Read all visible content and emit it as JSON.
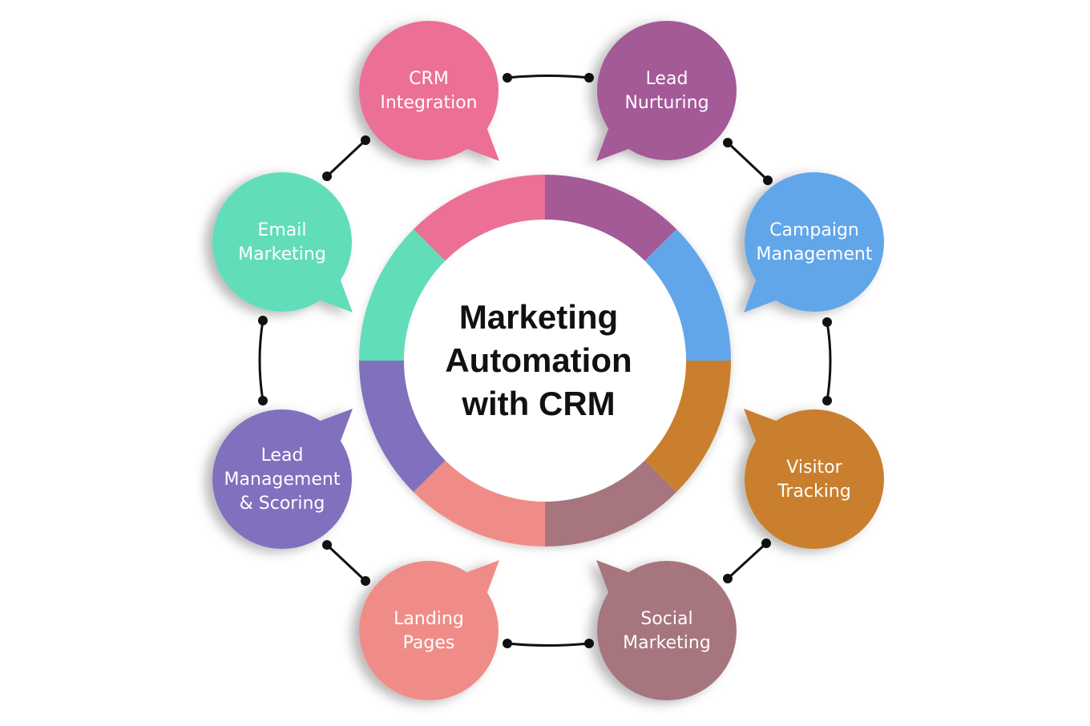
{
  "center": {
    "lines": [
      "Marketing",
      "Automation",
      "with CRM"
    ]
  },
  "nodes": [
    {
      "id": "crm-integration",
      "lines": [
        "CRM",
        "Integration"
      ],
      "color": "#EC7096"
    },
    {
      "id": "lead-nurturing",
      "lines": [
        "Lead",
        "Nurturing"
      ],
      "color": "#A45A97"
    },
    {
      "id": "campaign-management",
      "lines": [
        "Campaign",
        "Management"
      ],
      "color": "#62A6EA"
    },
    {
      "id": "visitor-tracking",
      "lines": [
        "Visitor",
        "Tracking"
      ],
      "color": "#C97F2E"
    },
    {
      "id": "social-marketing",
      "lines": [
        "Social",
        "Marketing"
      ],
      "color": "#A6757E"
    },
    {
      "id": "landing-pages",
      "lines": [
        "Landing",
        "Pages"
      ],
      "color": "#F08C88"
    },
    {
      "id": "lead-management-scoring",
      "lines": [
        "Lead",
        "Management",
        "& Scoring"
      ],
      "color": "#8070BE"
    },
    {
      "id": "email-marketing",
      "lines": [
        "Email",
        "Marketing"
      ],
      "color": "#62DDB9"
    }
  ],
  "ring_segments": [
    {
      "color": "#A45A97"
    },
    {
      "color": "#62A6EA"
    },
    {
      "color": "#C97F2E"
    },
    {
      "color": "#A6757E"
    },
    {
      "color": "#F08C88"
    },
    {
      "color": "#8070BE"
    },
    {
      "color": "#62DDB9"
    },
    {
      "color": "#EC7096"
    }
  ]
}
